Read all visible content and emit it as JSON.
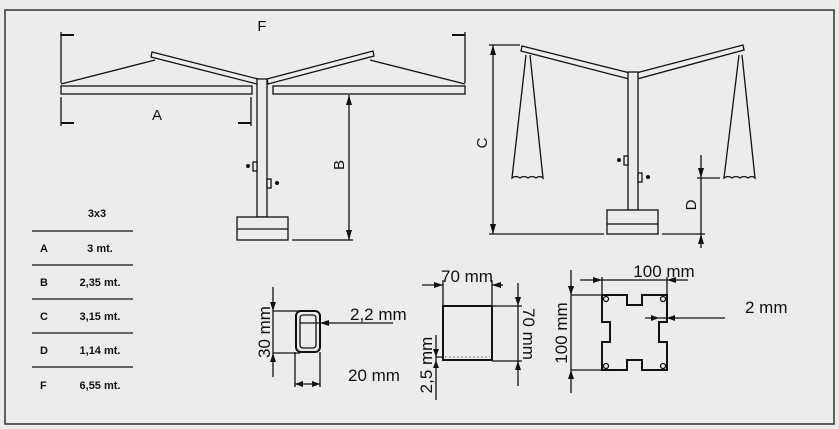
{
  "drawing": {
    "side_view": {
      "label_f": "F",
      "label_a": "A",
      "label_b": "B"
    },
    "front_view": {
      "label_c": "C",
      "label_d": "D"
    }
  },
  "table": {
    "header": "3x3",
    "rows": [
      {
        "key": "A",
        "value": "3 mt."
      },
      {
        "key": "B",
        "value": "2,35 mt."
      },
      {
        "key": "C",
        "value": "3,15 mt."
      },
      {
        "key": "D",
        "value": "1,14 mt."
      },
      {
        "key": "F",
        "value": "6,55 mt."
      }
    ]
  },
  "profiles": {
    "arm_tube": {
      "height": "30 mm",
      "width": "20 mm",
      "wall": "2,2 mm"
    },
    "square_tube": {
      "width": "70 mm",
      "height": "70 mm",
      "wall": "2,5 mm"
    },
    "pole_profile": {
      "width": "100 mm",
      "height": "100 mm",
      "wall": "2 mm"
    }
  }
}
